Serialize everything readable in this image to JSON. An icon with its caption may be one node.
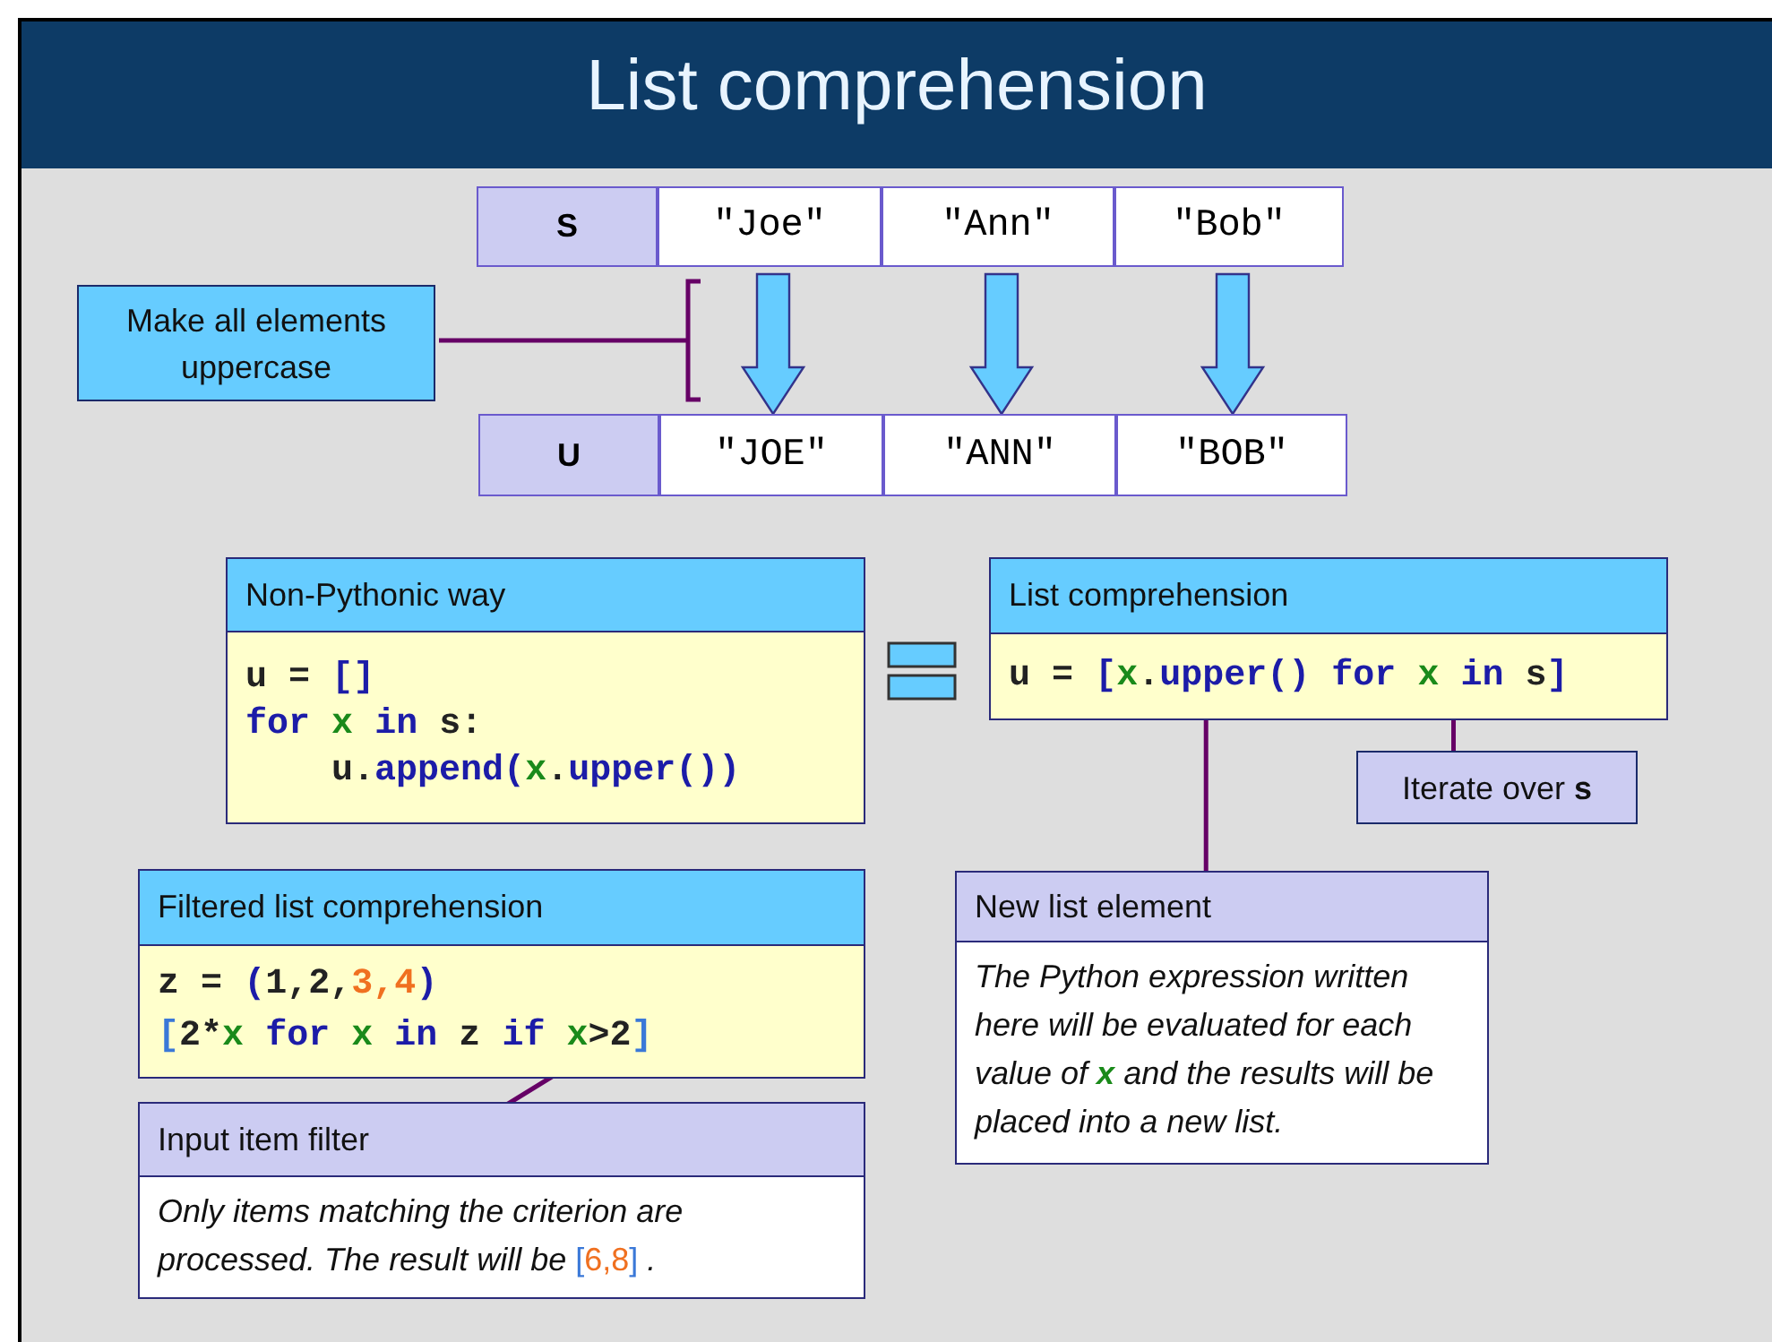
{
  "diagram": {
    "title": "List comprehension",
    "nodes": [
      {
        "text": [
          "S"
        ]
      },
      {
        "text": [
          "\"Joe\""
        ]
      },
      {
        "text": [
          "\"Ann\""
        ]
      },
      {
        "text": [
          "\"Bob\""
        ]
      },
      {
        "text": [
          "U"
        ]
      },
      {
        "text": [
          "\"JOE\""
        ]
      },
      {
        "text": [
          "\"ANN\""
        ]
      },
      {
        "text": [
          "\"BOB\""
        ]
      },
      {
        "text": [
          "Make all elements uppercase"
        ]
      },
      {
        "text": [
          "Non-Pythonic way",
          "u = []",
          "for x in s:",
          "u.append(x.upper())"
        ]
      },
      {
        "text": [
          "List comprehension",
          "u = [x.upper() for x in s]"
        ]
      },
      {
        "text": [
          "Iterate over **s**"
        ]
      },
      {
        "text": [
          "Filtered list comprehension",
          "z = (1,2,3,4)",
          "[2*x for x in z if x>2]"
        ]
      },
      {
        "text": [
          "New list element",
          "The Python expression written here will be evaluated for each value of **x** and the results will be placed into a new list."
        ]
      },
      {
        "text": [
          "Input item filter",
          "Only items matching the criterion are processed. The result will be [6,8] ."
        ]
      }
    ],
    "edges": [
      {
        "from": 1,
        "to": 5,
        "arrow": "to",
        "style": "thick",
        "color": "#66ccff"
      },
      {
        "from": 2,
        "to": 6,
        "arrow": "to",
        "style": "thick",
        "color": "#66ccff"
      },
      {
        "from": 3,
        "to": 7,
        "arrow": "to",
        "style": "thick",
        "color": "#66ccff"
      },
      {
        "from": 8,
        "to": null,
        "arrow": "none"
      },
      {
        "from": 11,
        "to": 10,
        "arrow": "none"
      },
      {
        "from": 13,
        "to": 10,
        "arrow": "none"
      },
      {
        "from": 14,
        "to": 12,
        "arrow": "none"
      }
    ]
  }
}
